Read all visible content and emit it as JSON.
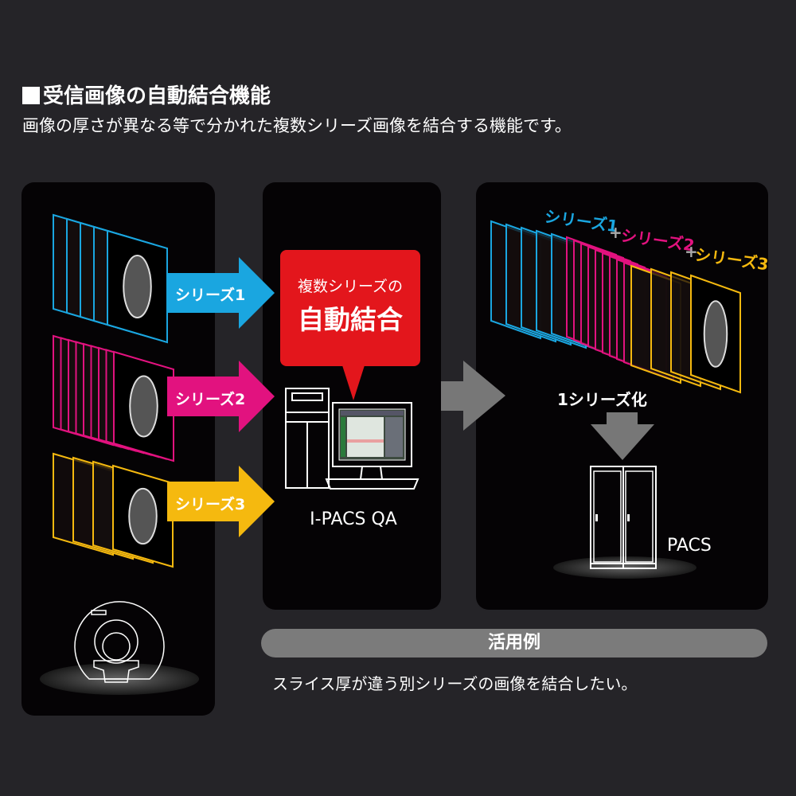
{
  "header": {
    "title": "受信画像の自動結合機能",
    "subtitle": "画像の厚さが異なる等で分かれた複数シリーズ画像を結合する機能です。"
  },
  "colors": {
    "series1": "#1aa6e0",
    "series2": "#e2127f",
    "series3": "#f5b90f",
    "bubble": "#e3161c",
    "gray_arrow": "#777777",
    "panel": "#050305",
    "background": "#252428"
  },
  "input_panel": {
    "series": [
      {
        "label": "シリーズ1",
        "slices": 5
      },
      {
        "label": "シリーズ2",
        "slices": 9
      },
      {
        "label": "シリーズ3",
        "slices": 4
      }
    ],
    "device_icon": "ct-scanner-icon"
  },
  "process_panel": {
    "bubble_line1": "複数シリーズの",
    "bubble_line2": "自動結合",
    "device_icon": "workstation-icon",
    "product_name": "I-PACS QA"
  },
  "output_panel": {
    "series_tags": [
      "シリーズ1",
      "+",
      "シリーズ2",
      "+",
      "シリーズ3"
    ],
    "merged_label": "1シリーズ化",
    "storage_icon": "pacs-server-icon",
    "storage_label": "PACS"
  },
  "usecase": {
    "heading": "活用例",
    "text": "スライス厚が違う別シリーズの画像を結合したい。"
  }
}
